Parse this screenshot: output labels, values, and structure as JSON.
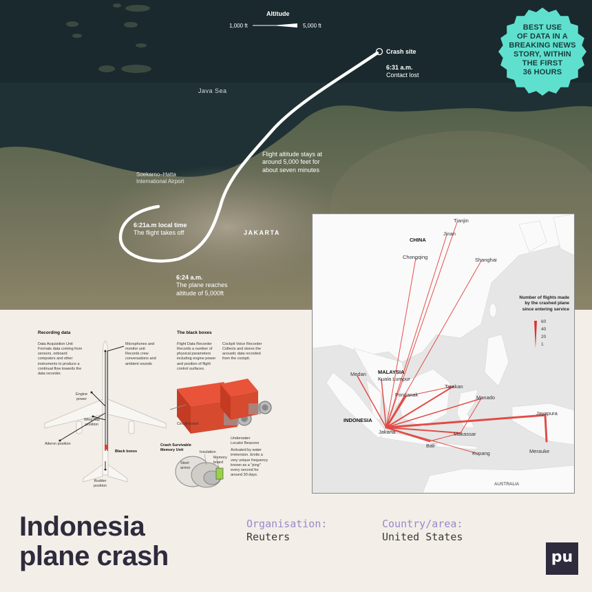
{
  "satellite_map": {
    "altitude_legend": {
      "title": "Altitude",
      "low": "1,000 ft",
      "high": "5,000 ft"
    },
    "sea_label": "Java Sea",
    "airport_label": [
      "Soekarno–Hatta",
      "International Airport"
    ],
    "city_label": "JAKARTA",
    "crash_site": {
      "title": "Crash site",
      "time": "6:31 a.m.",
      "desc": "Contact lost"
    },
    "takeoff": {
      "time": "6:21a.m local time",
      "desc": "The flight takes off"
    },
    "reach": {
      "time": "6:24 a.m.",
      "desc": [
        "The plane reaches",
        "altitude of 5,000ft"
      ]
    },
    "steady": [
      "Flight altitude stays at",
      "around 5,000 feet for",
      "about seven minutes"
    ]
  },
  "badge": {
    "lines": [
      "BEST USE",
      "OF DATA IN A",
      "BREAKING NEWS",
      "STORY, WITHIN",
      "THE FIRST",
      "36 HOURS"
    ],
    "color": "#5fe0cf"
  },
  "route_map": {
    "legend": {
      "title": [
        "Number of flights made",
        "by the crashed plane",
        "since entering service"
      ],
      "values": [
        "60",
        "40",
        "20",
        "1"
      ]
    },
    "labels": {
      "china": "CHINA",
      "tianjin": "Tianjin",
      "jinan": "Jinan",
      "chongqing": "Chongqing",
      "shanghai": "Shanghai",
      "malaysia": "MALAYSIA",
      "kuala_lumpur": "Kuala Lumpur",
      "medan": "Medan",
      "pontianak": "Pontianak",
      "tarakan": "Tarakan",
      "manado": "Manado",
      "indonesia": "INDONESIA",
      "jakarta": "Jakarta",
      "makassar": "Makassar",
      "bali": "Bali",
      "kupang": "Kupang",
      "jayapura": "Jayapura",
      "merauke": "Merauke",
      "australia": "AUSTRALIA"
    },
    "route_color": "#e0302a"
  },
  "diagram": {
    "recording_title": "Recording data",
    "dau_title": "Data Acquisition Unit",
    "dau_desc": [
      "Formats data coming from",
      "sensors, onboard",
      "computers and other",
      "instruments to produce a",
      "continual flow towards the",
      "data recorder."
    ],
    "mic_title": [
      "Microphones and",
      "monitor unit"
    ],
    "mic_desc": [
      "Records crew",
      "conversations and",
      "ambient sounds"
    ],
    "engine_power": [
      "Engine",
      "power"
    ],
    "wing_flap": [
      "Wing flap",
      "position"
    ],
    "aileron": "Aileron position",
    "black_boxes_label": "Black boxes",
    "rudder": [
      "Rudder",
      "position"
    ],
    "boxes_title": "The black boxes",
    "fdr_title": "Flight Data Recorder",
    "fdr_desc": [
      "Records a number of",
      "physical parameters",
      "including engine power",
      "and position of flight",
      "control surfaces."
    ],
    "cvr_title": "Cockpit Voice Recorder",
    "cvr_desc": [
      "Collects and stores the",
      "acoustic data recorded",
      "from the cockpit."
    ],
    "circuit": "Circuit board",
    "ulb_title": [
      "Underwater",
      "Locator Beacons"
    ],
    "ulb_desc": [
      "Activated by water",
      "immersion. Emits a",
      "very unique frequency",
      "known as a \"ping\"",
      "every second for",
      "around 30 days."
    ],
    "csmu_title": [
      "Crash Survivable",
      "Memory Unit"
    ],
    "insulation": "Insulation",
    "memory": [
      "Memory",
      "board"
    ],
    "steel": [
      "Steel",
      "armor"
    ]
  },
  "footer": {
    "title_line1": "Indonesia",
    "title_line2": "plane crash",
    "org_label": "Organisation:",
    "org_value": "Reuters",
    "country_label": "Country/area:",
    "country_value": "United States",
    "logo": "pu"
  }
}
